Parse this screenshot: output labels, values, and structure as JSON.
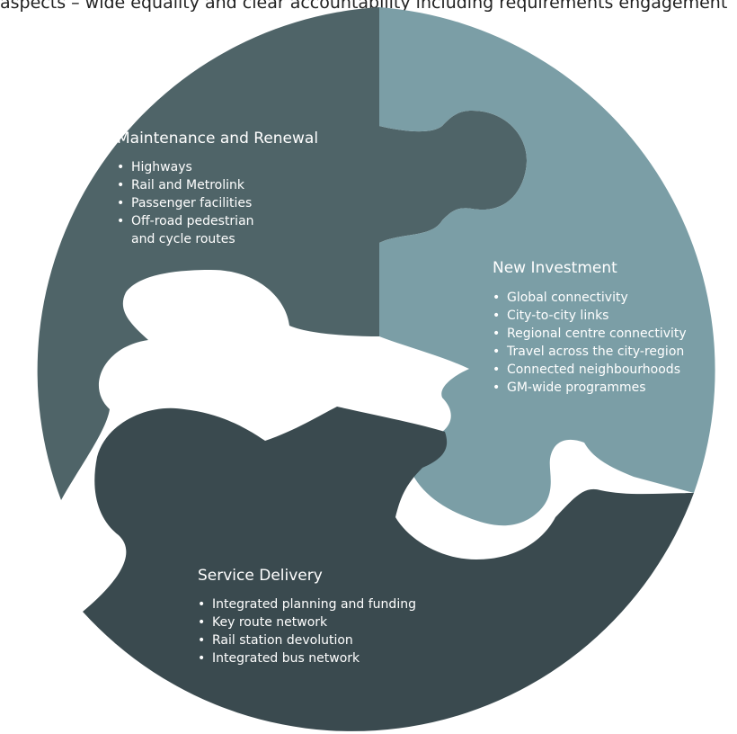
{
  "page": {
    "top_text": "aspects – wide equality and clear accountability including requirements engagement"
  },
  "colors": {
    "maintenance": "#4f6468",
    "investment": "#7b9ea6",
    "service": "#3a4a4f",
    "text": "#ffffff"
  },
  "maintenance": {
    "title": "Maintenance and Renewal",
    "items": [
      "Highways",
      "Rail and Metrolink",
      "Passenger facilities",
      "Off-road pedestrian",
      "and cycle routes"
    ]
  },
  "investment": {
    "title": "New Investment",
    "items": [
      "Global connectivity",
      "City-to-city links",
      "Regional centre connectivity",
      "Travel across the city-region",
      "Connected neighbourhoods",
      "GM-wide programmes"
    ]
  },
  "service": {
    "title": "Service Delivery",
    "items": [
      "Integrated planning and funding",
      "Key route network",
      "Rail station devolution",
      "Integrated bus network"
    ]
  }
}
